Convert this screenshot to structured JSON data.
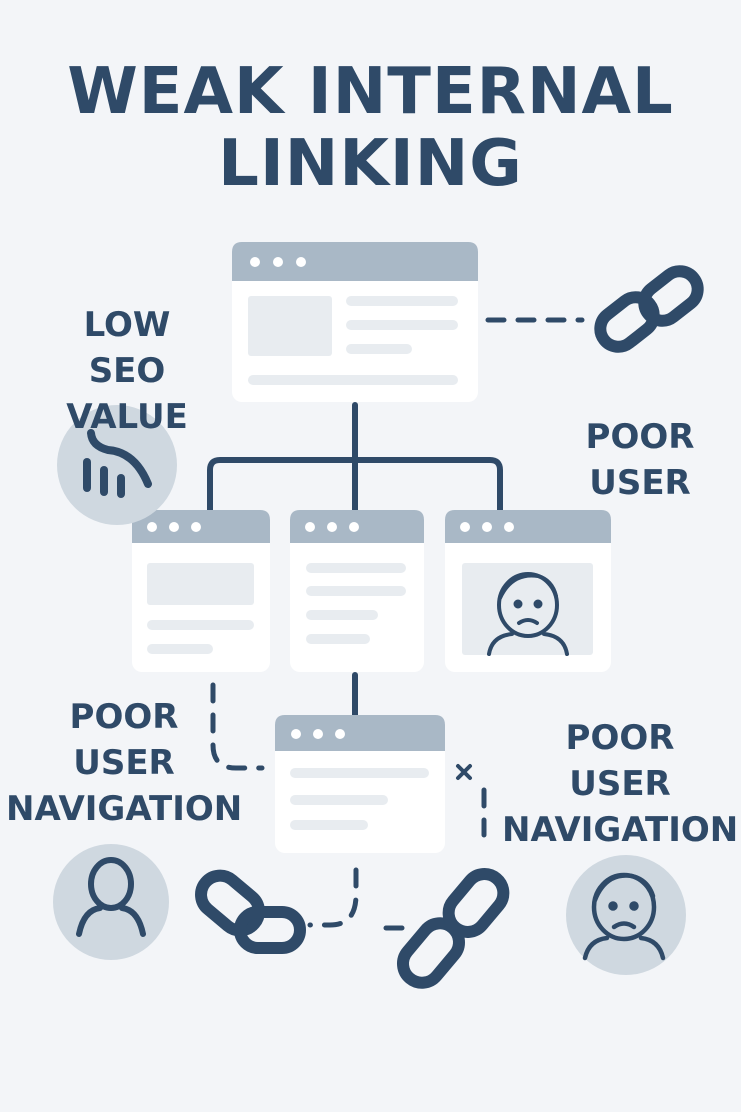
{
  "title": {
    "line1": "WEAK INTERNAL",
    "line2": "LINKING"
  },
  "labels": {
    "low_seo": {
      "line1": "LOW",
      "line2": "SEO VALUE"
    },
    "poor_user_top": {
      "line1": "POOR",
      "line2": "USER"
    },
    "poor_nav_left": {
      "line1": "POOR",
      "line2": "USER",
      "line3": "NAVIGATION"
    },
    "poor_nav_right": {
      "line1": "POOR",
      "line2": "USER",
      "line3": "NAVIGATION"
    }
  },
  "icons": {
    "seo": "declining-chart-icon",
    "chain": "chain-link-icon",
    "user": "user-icon",
    "sad_face": "sad-face-icon"
  },
  "colors": {
    "dark": "#2f4a68",
    "header": "#a9b8c6",
    "card": "#ffffff",
    "placeholder": "#e8ecf0",
    "circle": "#cfd8e0",
    "background": "#f3f5f8"
  }
}
